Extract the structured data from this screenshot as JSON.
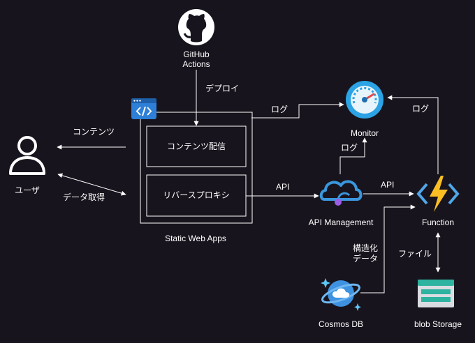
{
  "nodes": {
    "github": {
      "label_line1": "GitHub",
      "label_line2": "Actions"
    },
    "user": {
      "label": "ユーザ"
    },
    "swa": {
      "label": "Static Web Apps"
    },
    "content_delivery": {
      "label": "コンテンツ配信"
    },
    "reverse_proxy": {
      "label": "リバースプロキシ"
    },
    "monitor": {
      "label": "Monitor"
    },
    "apim": {
      "label": "API Management"
    },
    "function": {
      "label": "Function"
    },
    "cosmos": {
      "label": "Cosmos DB"
    },
    "blob": {
      "label": "blob Storage"
    }
  },
  "edges": {
    "deploy": {
      "label": "デプロイ"
    },
    "swa_to_monitor": {
      "label": "ログ"
    },
    "function_to_monitor": {
      "label": "ログ"
    },
    "apim_to_monitor": {
      "label": "ログ"
    },
    "swa_to_user": {
      "label": "コンテンツ"
    },
    "user_to_swa": {
      "label": "データ取得"
    },
    "proxy_to_apim": {
      "label": "API"
    },
    "apim_to_function": {
      "label": "API"
    },
    "cosmos_to_function": {
      "label_line1": "構造化",
      "label_line2": "データ"
    },
    "function_blob": {
      "label": "ファイル"
    }
  },
  "colors": {
    "background": "#18141d",
    "line": "#ffffff",
    "swa_icon": "#2e7fd8",
    "monitor_blue": "#2ba3e4",
    "apim_blue": "#3a96dd",
    "apim_purple": "#9b5de5",
    "function_yellow": "#fbbf24",
    "function_blue": "#50a7e8",
    "cosmos_blue": "#3f92e0",
    "blob_teal": "#2db3a0"
  },
  "icons": {
    "github": "github-icon",
    "user": "user-icon",
    "swa": "static-web-apps-icon",
    "monitor": "monitor-gauge-icon",
    "apim": "api-management-icon",
    "function": "function-lightning-icon",
    "cosmos": "cosmos-db-icon",
    "blob": "blob-storage-icon"
  }
}
